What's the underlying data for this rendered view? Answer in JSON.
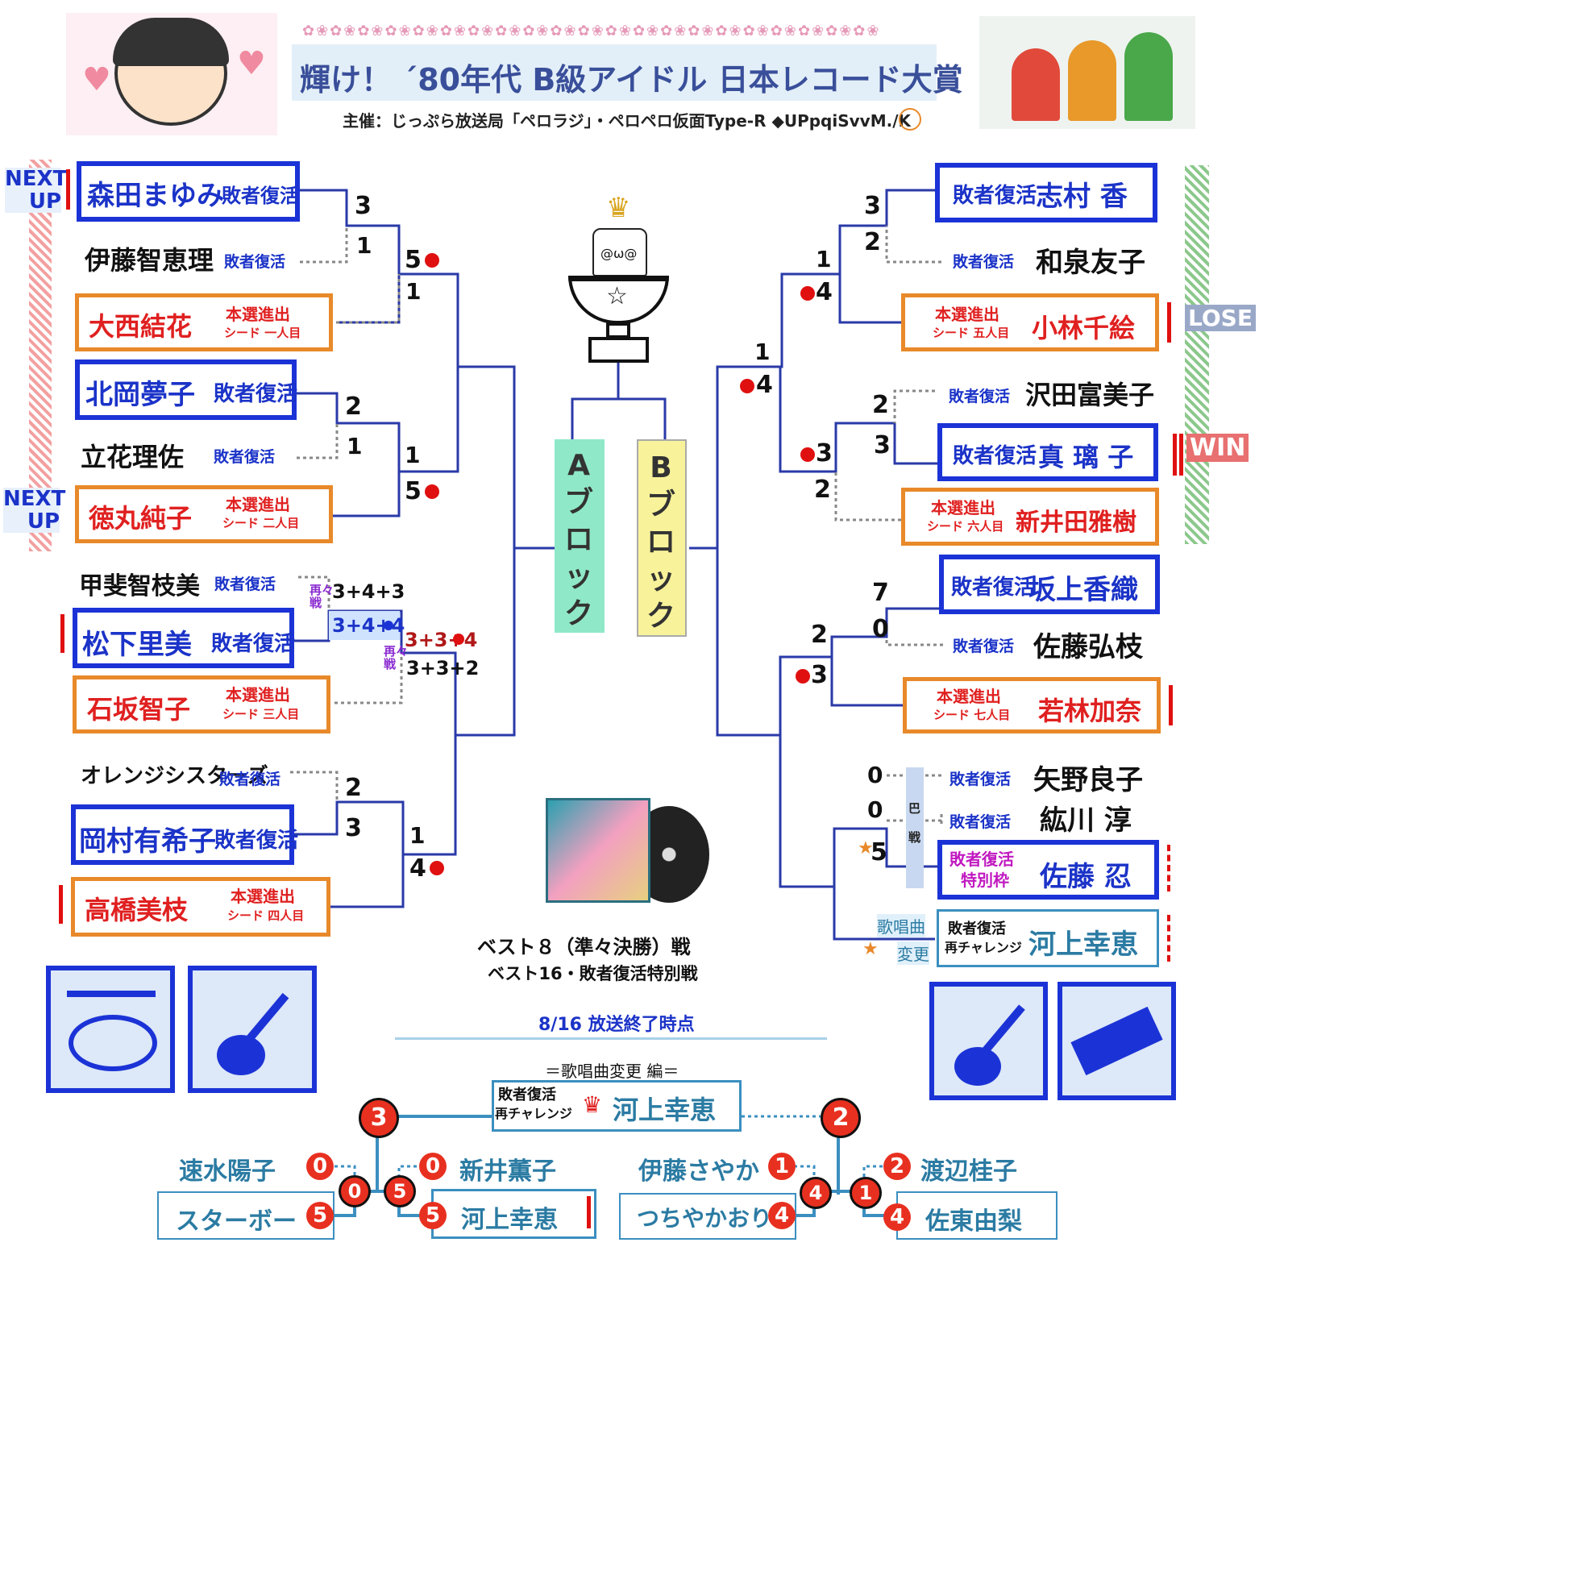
{
  "header": {
    "title": "輝け！ ´80年代 B級アイドル 日本レコード大賞",
    "sponsor": "主催：じっぷら放送局「ペロラジ」・ペロペロ仮面Type-R ◆UPpqiSvvM./K"
  },
  "labels": {
    "next_up": "NEXT UP",
    "lose": "LOSE",
    "win": "WIN",
    "a_block": "Aブロック",
    "b_block": "Bブロック",
    "cat_face": "@ω@",
    "revival": "敗者復活",
    "main_advance": "本選進出",
    "replay": "再々戦",
    "tomoe": "巴戦",
    "song_change_a": "歌唱曲",
    "song_change_b": "変更",
    "special_a": "敗者復活",
    "special_b": "特別枠",
    "rechallenge_a": "敗者復活",
    "rechallenge_b": "再チャレンジ",
    "best8": "ベスト８（準々決勝）戦",
    "best16": "ベスト16・敗者復活特別戦",
    "as_of": "8/16 放送終了時点",
    "song_change_ed": "＝歌唱曲変更 編＝"
  },
  "a_block": {
    "p1": {
      "name": "森田まゆみ",
      "tag": "敗者復活"
    },
    "p2": {
      "name": "伊藤智恵理",
      "tag": "敗者復活"
    },
    "p3": {
      "name": "大西結花",
      "tag": "本選進出",
      "seed": "シード 一人目"
    },
    "p4": {
      "name": "北岡夢子",
      "tag": "敗者復活"
    },
    "p5": {
      "name": "立花理佐",
      "tag": "敗者復活"
    },
    "p6": {
      "name": "徳丸純子",
      "tag": "本選進出",
      "seed": "シード 二人目"
    },
    "p7": {
      "name": "甲斐智枝美",
      "tag": "敗者復活"
    },
    "p8": {
      "name": "松下里美",
      "tag": "敗者復活"
    },
    "p9": {
      "name": "石坂智子",
      "tag": "本選進出",
      "seed": "シード 三人目"
    },
    "p10": {
      "name": "オレンジシスターズ",
      "tag": "敗者復活"
    },
    "p11": {
      "name": "岡村有希子",
      "tag": "敗者復活"
    },
    "p12": {
      "name": "高橋美枝",
      "tag": "本選進出",
      "seed": "シード 四人目"
    },
    "scores": [
      "3",
      "1",
      "5",
      "1",
      "2",
      "1",
      "1",
      "5",
      "3+4+3",
      "3+4+4",
      "3+3+4",
      "3+3+2",
      "2",
      "3",
      "1",
      "4"
    ]
  },
  "b_block": {
    "p1": {
      "name": "志村 香",
      "tag": "敗者復活"
    },
    "p2": {
      "name": "和泉友子",
      "tag": "敗者復活"
    },
    "p3": {
      "name": "小林千絵",
      "tag": "本選進出",
      "seed": "シード 五人目"
    },
    "p4": {
      "name": "沢田富美子",
      "tag": "敗者復活"
    },
    "p5": {
      "name": "真 璃 子",
      "tag": "敗者復活"
    },
    "p6": {
      "name": "新井田雅樹",
      "tag": "本選進出",
      "seed": "シード 六人目"
    },
    "p7": {
      "name": "坂上香織",
      "tag": "敗者復活"
    },
    "p8": {
      "name": "佐藤弘枝",
      "tag": "敗者復活"
    },
    "p9": {
      "name": "若林加奈",
      "tag": "本選進出",
      "seed": "シード 七人目"
    },
    "p10": {
      "name": "矢野良子",
      "tag": "敗者復活"
    },
    "p11": {
      "name": "紘川 淳",
      "tag": "敗者復活"
    },
    "p12": {
      "name": "佐藤 忍"
    },
    "p13": {
      "name": "河上幸恵"
    },
    "scores": [
      "3",
      "2",
      "1",
      "4",
      "1",
      "4",
      "2",
      "3",
      "3",
      "2",
      "7",
      "0",
      "2",
      "3",
      "0",
      "0",
      "5"
    ]
  },
  "mini": {
    "winner": "河上幸恵",
    "left": {
      "p1": "速水陽子",
      "p2": "スターボー",
      "p3": "新井薫子",
      "p4": "河上幸恵"
    },
    "right": {
      "p1": "伊藤さやか",
      "p2": "つちやかおり",
      "p3": "渡辺桂子",
      "p4": "佐東由梨"
    },
    "scores": [
      "3",
      "2",
      "0",
      "5",
      "0",
      "5",
      "0",
      "5",
      "1",
      "4",
      "4",
      "1",
      "2",
      "4"
    ]
  },
  "colors": {
    "blue": "#1b33d6",
    "orange": "#e8892a",
    "red": "#e02020",
    "teal": "#3b8fc0",
    "line": "#2a3aa8"
  }
}
